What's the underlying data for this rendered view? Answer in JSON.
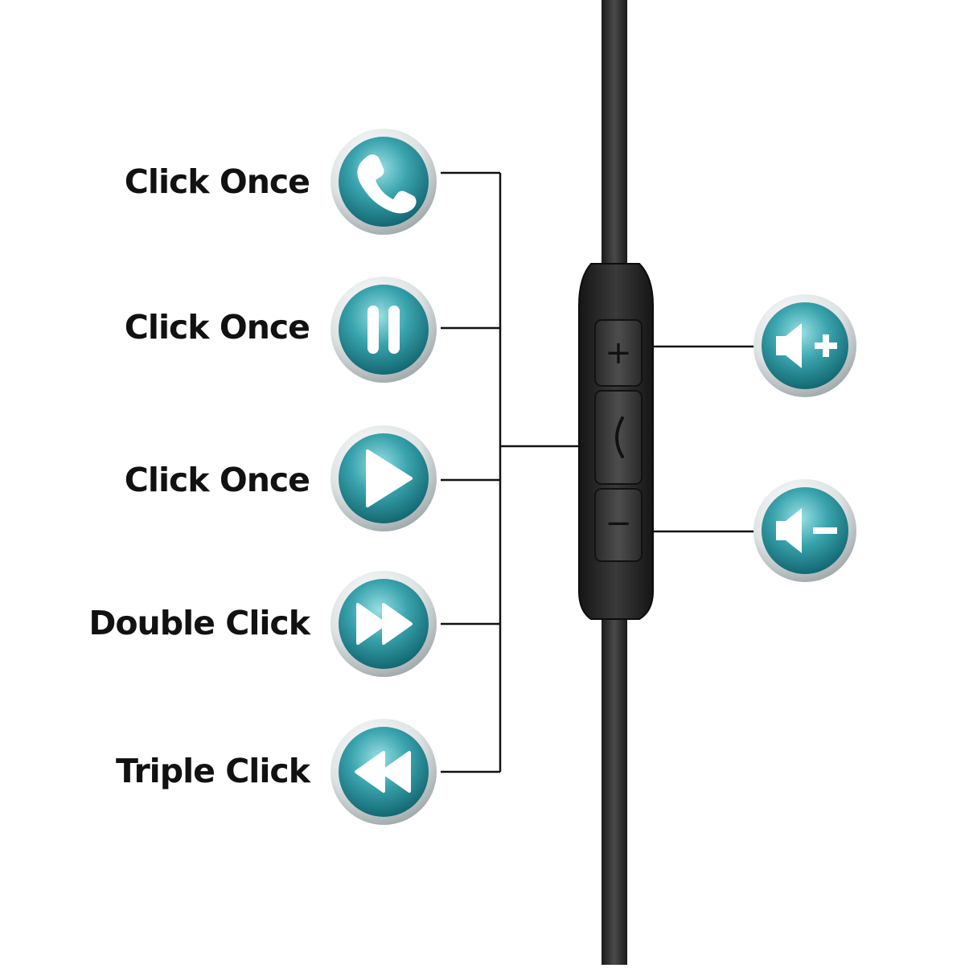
{
  "actions": [
    {
      "label": "Click Once",
      "icon": "phone-icon"
    },
    {
      "label": "Click Once",
      "icon": "pause-icon"
    },
    {
      "label": "Click Once",
      "icon": "play-icon"
    },
    {
      "label": "Double Click",
      "icon": "fast-forward-icon"
    },
    {
      "label": "Triple Click",
      "icon": "rewind-icon"
    }
  ],
  "volume_controls": [
    {
      "icon": "volume-up-icon"
    },
    {
      "icon": "volume-down-icon"
    }
  ],
  "remote": {
    "button_symbols": [
      "+",
      "−"
    ]
  },
  "colors": {
    "icon_teal_dark": "#0f6d78",
    "icon_teal_light": "#7fd3d9",
    "icon_ring": "#d7dcdd",
    "cable": "#2b2b2b",
    "connector_line": "#111111",
    "label_text": "#111111"
  }
}
